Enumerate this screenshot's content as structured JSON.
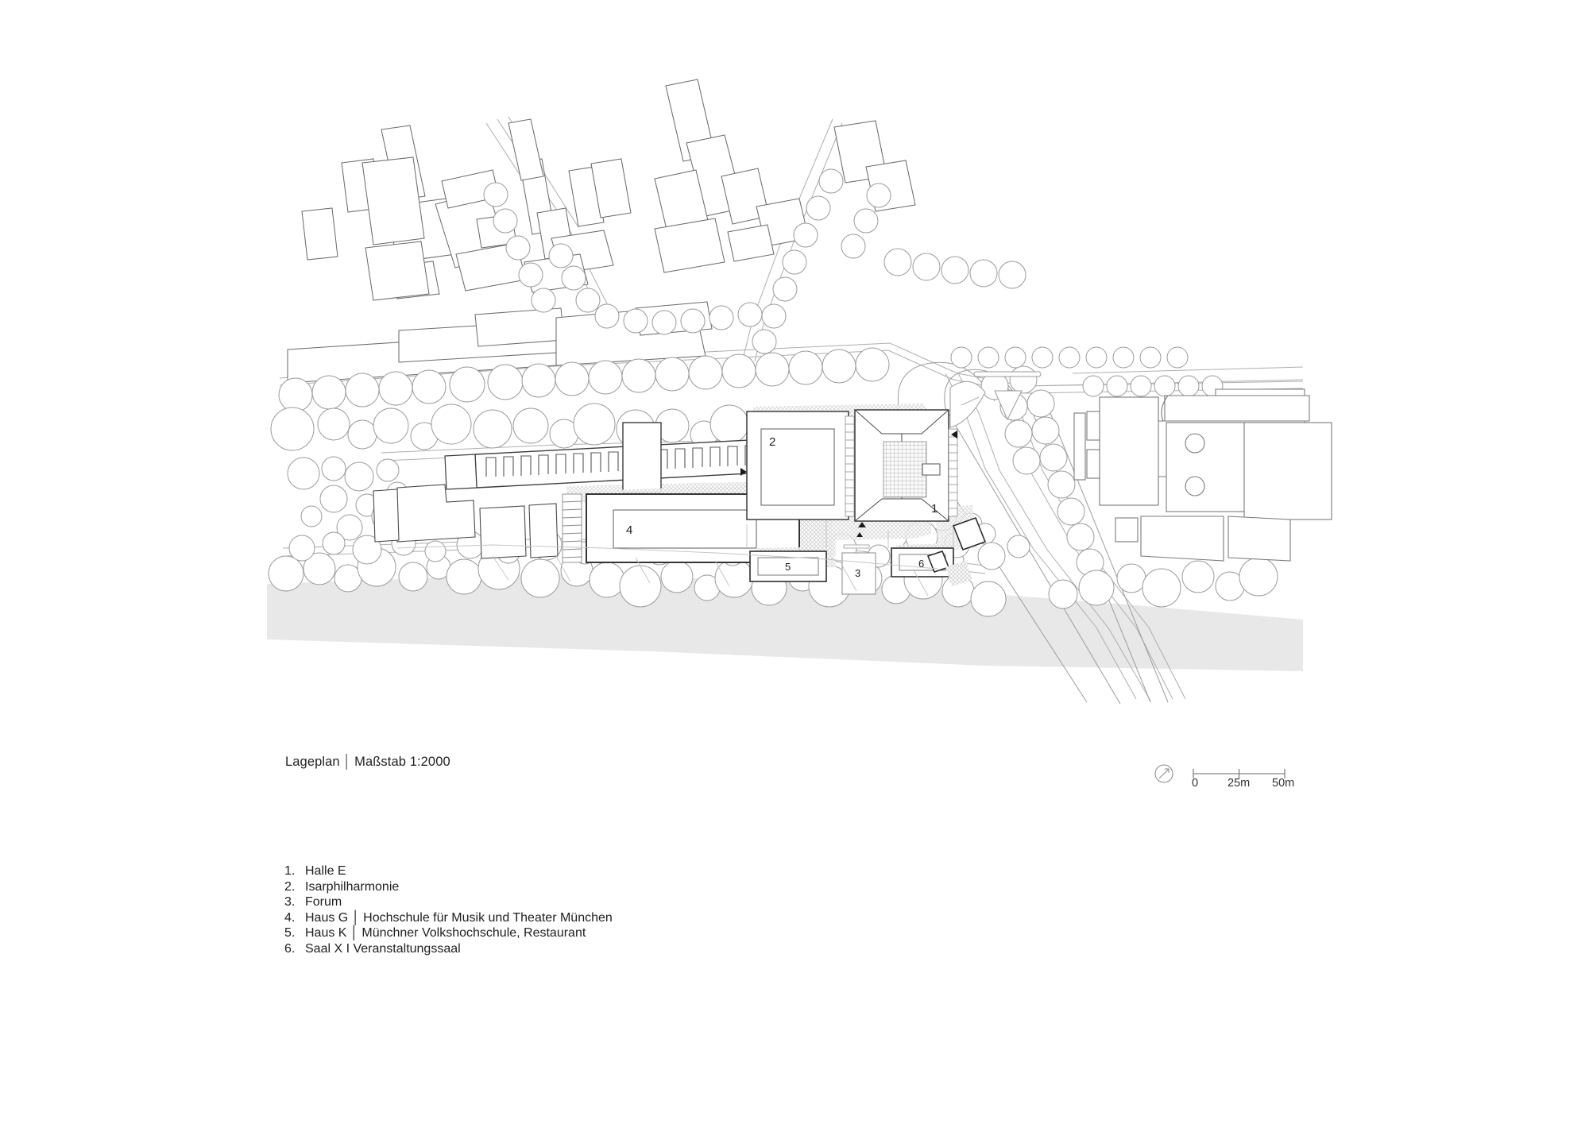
{
  "document": {
    "type": "architectural-site-plan",
    "caption_title": "Lageplan",
    "caption_separator": "│",
    "caption_scale": "Maßstab 1:2000"
  },
  "scalebar": {
    "name": "scale-bar",
    "ticks": [
      "0",
      "25m",
      "50m"
    ],
    "north_arrow": "north-arrow-circle"
  },
  "legend": {
    "items": [
      {
        "num": "1.",
        "text": "Halle E"
      },
      {
        "num": "2.",
        "text": "Isarphilharmonie"
      },
      {
        "num": "3.",
        "text": "Forum"
      },
      {
        "num": "4.",
        "text": "Haus G │ Hochschule für Musik und Theater München"
      },
      {
        "num": "5.",
        "text": "Haus K │ Münchner Volkshochschule, Restaurant"
      },
      {
        "num": "6.",
        "text": "Saal X  I  Veranstaltungssaal"
      }
    ]
  },
  "plan_labels": {
    "b1": "1",
    "b2": "2",
    "b3": "3",
    "b4": "4",
    "b5": "5",
    "b6": "6"
  },
  "colors": {
    "paper": "#ffffff",
    "line_dark": "#2b2b2b",
    "line_mid": "#555555",
    "line_light": "#8d8d8d",
    "line_faint": "#b4b4b4",
    "river_fill": "#e6e6e6",
    "hatch_grey": "#cfcfcf",
    "text": "#1e1e1e"
  }
}
